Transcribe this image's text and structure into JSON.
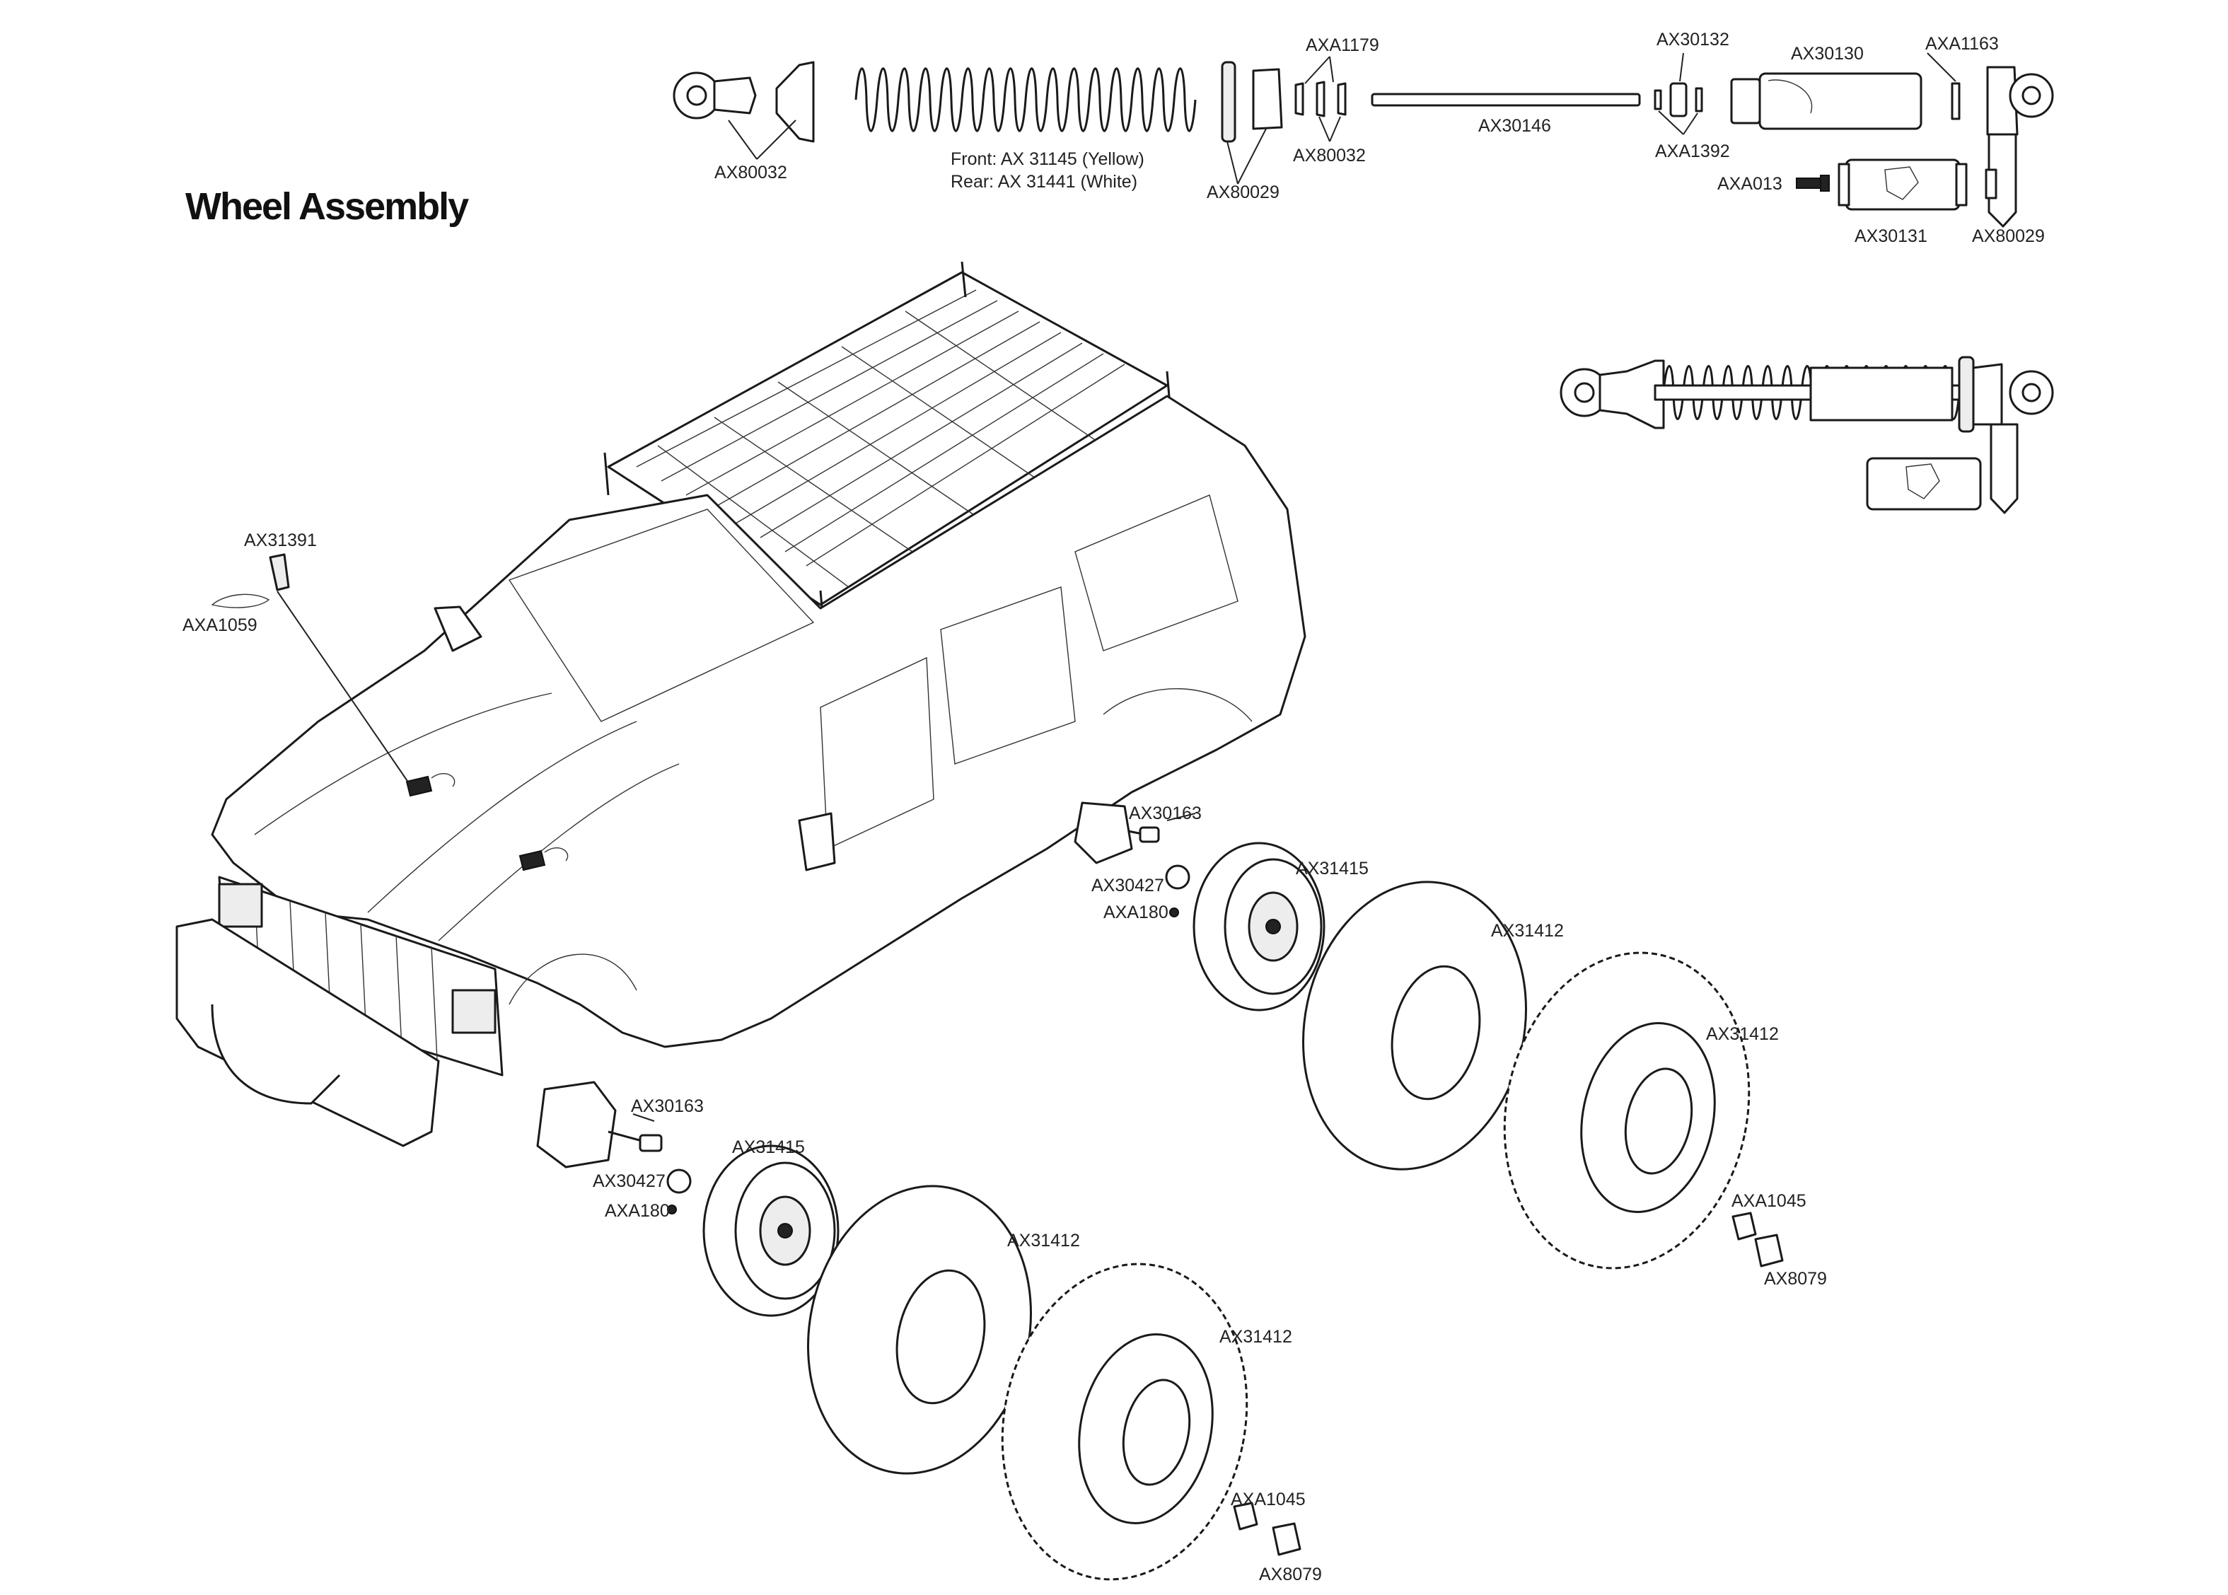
{
  "title": "Wheel Assembly",
  "labels": {
    "shock_end_ax80032": "AX80032",
    "spring_front": "Front: AX 31145 (Yellow)",
    "spring_rear": "Rear: AX 31441 (White)",
    "spring_retainer_ax80029": "AX80029",
    "axa1179": "AXA1179",
    "spacer_ax80032": "AX80032",
    "shaft_ax30146": "AX30146",
    "ax30132": "AX30132",
    "axa1392": "AXA1392",
    "ax30130": "AX30130",
    "axa1163": "AXA1163",
    "axa013": "AXA013",
    "ax30131": "AX30131",
    "cap_ax80029": "AX80029",
    "ax31391": "AX31391",
    "axa1059": "AXA1059",
    "rear_ax30163": "AX30163",
    "rear_ax30427": "AX30427",
    "rear_axa180": "AXA180",
    "rear_wheel_ax31415": "AX31415",
    "rear_foam_ax31412": "AX31412",
    "rear_tire_ax31412": "AX31412",
    "rear_axa1045": "AXA1045",
    "rear_ax8079": "AX8079",
    "front_ax30163": "AX30163",
    "front_ax30427": "AX30427",
    "front_axa180": "AXA180",
    "front_wheel_ax31415": "AX31415",
    "front_foam_ax31412": "AX31412",
    "front_tire_ax31412": "AX31412",
    "front_axa1045": "AXA1045",
    "front_ax8079": "AX8079"
  }
}
